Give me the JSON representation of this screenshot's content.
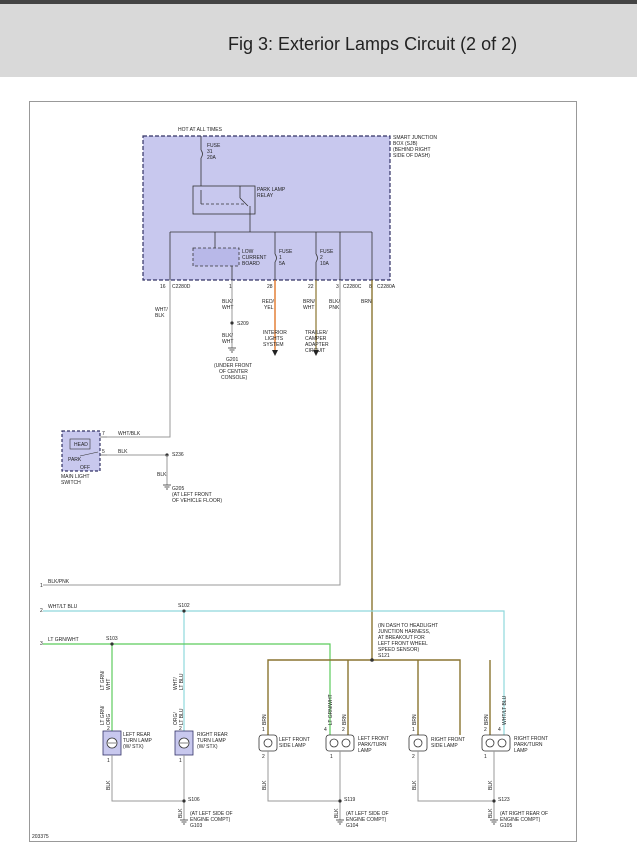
{
  "header": {
    "title": "Fig 3: Exterior Lamps Circuit (2 of 2)"
  },
  "figure_id": "203375",
  "labels": {
    "hot_at_all_times": "HOT AT ALL TIMES",
    "sjb": [
      "SMART JUNCTION",
      "BOX (SJB)",
      "(BEHIND RIGHT",
      "SIDE OF DASH)"
    ],
    "fuse31": [
      "FUSE",
      "31",
      "20A"
    ],
    "park_relay": [
      "PARK LAMP",
      "RELAY"
    ],
    "lcb": [
      "LOW",
      "CURRENT",
      "BOARD"
    ],
    "fuse1": [
      "FUSE",
      "1",
      "5A"
    ],
    "fuse2": [
      "FUSE",
      "2",
      "10A"
    ],
    "pin16": "16",
    "c2280d": "C2280D",
    "pin1": "1",
    "pin28": "28",
    "pin22": "22",
    "pin3": "3",
    "c2280c": "C2280C",
    "pin8": "8",
    "c2280a": "C2280A",
    "wht_blk_v": [
      "WHT/",
      "BLK"
    ],
    "blk_wht_1": [
      "BLK/",
      "WHT"
    ],
    "red_yel": [
      "RED/",
      "YEL"
    ],
    "brn_wht": [
      "BRN/",
      "WHT"
    ],
    "blk_pnk_v": [
      "BLK/",
      "PNK"
    ],
    "brn_v": "BRN",
    "s209": "S209",
    "blk_wht_2": [
      "BLK/",
      "WHT"
    ],
    "interior": [
      "INTERIOR",
      "LIGHTS",
      "SYSTEM"
    ],
    "trailer": [
      "TRAILER/",
      "CAMPER",
      "ADAPTER",
      "CIRCUIT"
    ],
    "g201": [
      "G201",
      "(UNDER FRONT",
      "OF CENTER",
      "CONSOLE)"
    ],
    "mls_head": "HEAD",
    "mls_park": "PARK",
    "mls_off": "OFF",
    "mls_label": [
      "MAIN LIGHT",
      "SWITCH"
    ],
    "mls_pin7": "7",
    "mls_pin5": "5",
    "wht_blk_h": "WHT/BLK",
    "blk_h": "BLK",
    "s236": "S236",
    "blk_v2": "BLK",
    "g205": [
      "G205",
      "(AT LEFT FRONT",
      "OF VEHICLE FLOOR)"
    ],
    "ln1": "1",
    "blk_pnk_h": "BLK/PNK",
    "ln2": "2",
    "wht_ltblu_h": "WHT/LT BLU",
    "s102": "S102",
    "ln3": "3",
    "ltgrn_wht_h": "LT GRN/WHT",
    "s103": "S103",
    "dash_note": [
      "(IN DASH TO HEADLIGHT",
      "JUNCTION HARNESS,",
      "AT BREAKOUT FOR",
      "LEFT FRONT WHEEL",
      "SPEED SENSOR)"
    ],
    "s121": "S121",
    "ltgrn_wht_v": [
      "LT GRN/",
      "WHT"
    ],
    "ltgrn_org_v": [
      "LT GRN/",
      "ORG"
    ],
    "wht_ltblu_v": [
      "WHT/",
      "LT BLU"
    ],
    "org_ltblu_v": [
      "ORG/",
      "LT BLU"
    ],
    "brn_l1": "BRN",
    "brn_l2": "BRN",
    "brn_l3": "BRN",
    "brn_l4": "BRN",
    "ltgrn_wht_v2": "LT GRN/WHT",
    "wht_ltblu_v2": "WHT/LT BLU",
    "lr_turn": [
      "LEFT REAR",
      "TURN LAMP",
      "(W/ STX)"
    ],
    "rr_turn": [
      "RIGHT REAR",
      "TURN LAMP",
      "(W/ STX)"
    ],
    "lf_side": [
      "LEFT FRONT",
      "SIDE LAMP"
    ],
    "lf_park": [
      "LEFT FRONT",
      "PARK/TURN",
      "LAMP"
    ],
    "rf_side": [
      "RIGHT FRONT",
      "SIDE LAMP"
    ],
    "rf_park": [
      "RIGHT FRONT",
      "PARK/TURN",
      "LAMP"
    ],
    "blk_b1": "BLK",
    "blk_b2": "BLK",
    "blk_b3": "BLK",
    "blk_b4": "BLK",
    "s106": "S106",
    "s119": "S119",
    "s123": "S123",
    "g103": [
      "(AT LEFT SIDE OF",
      "ENGINE COMPT)",
      "G103"
    ],
    "g104": [
      "(AT LEFT SIDE OF",
      "ENGINE COMPT)",
      "G104"
    ],
    "g105": [
      "(AT RIGHT REAR OF",
      "ENGINE COMPT)",
      "G105"
    ],
    "gnd_blk_a": "BLK",
    "gnd_blk_b": "BLK",
    "gnd_blk_c": "BLK",
    "pin2a": "2",
    "pin1a": "1",
    "pin2b": "2",
    "pin1b": "1",
    "pin2c": "2",
    "pin1c": "1",
    "pin4c": "4",
    "pin2d": "2",
    "pin1d": "1",
    "pin2e": "2",
    "pin1e": "1",
    "pin4e": "4",
    "pin2f": "2",
    "pin1f": "1"
  },
  "colors": {
    "wire": "#999999",
    "brn": "#8a7430",
    "wht_ltblu": "#8fd8dc",
    "ltgrn": "#5ccc5c",
    "red_yel": "#e0782a",
    "module_fill": "#c8c8ee",
    "module_border": "#333366"
  }
}
